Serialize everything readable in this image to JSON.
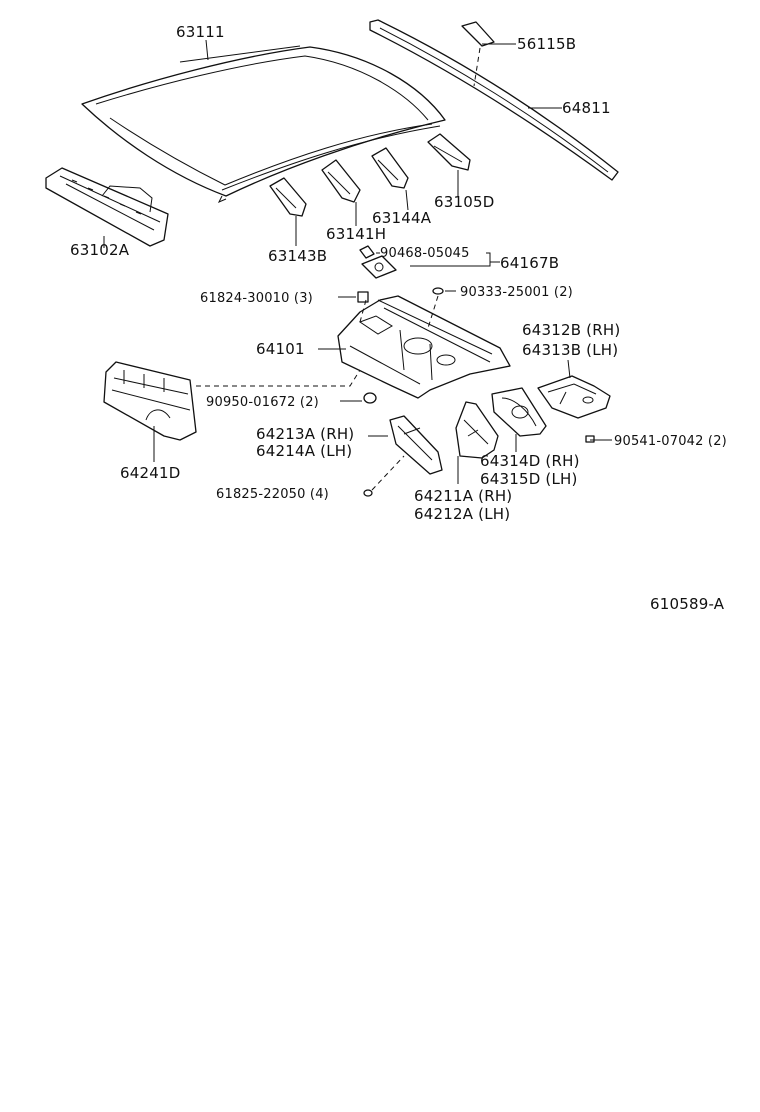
{
  "diagram": {
    "labels": {
      "roof_panel": "63111",
      "rear_window_glass": "64811",
      "retainer": "56115B",
      "front_header": "63102A",
      "roof_bow_a": "63144A",
      "rear_header": "63105D",
      "roof_bow_h": "63141H",
      "roof_bow_b": "63143B",
      "clip_90468": "90468-05045",
      "bracket_64167b": "64167B",
      "nut_61824": "61824-30010 (3)",
      "plug_90333": "90333-25001 (2)",
      "package_tray": "64101",
      "bracket_rh_64312b": "64312B (RH)",
      "bracket_lh_64313b": "64313B (LH)",
      "grommet_90950": "90950-01672 (2)",
      "bolt_90541": "90541-07042 (2)",
      "panel_rh_64213a": "64213A (RH)",
      "panel_lh_64214a": "64214A (LH)",
      "brace_rh_64314d": "64314D (RH)",
      "brace_lh_64315d": "64315D (LH)",
      "lower_panel": "64241D",
      "nut_61825": "61825-22050 (4)",
      "panel_rh_64211a": "64211A (RH)",
      "panel_lh_64212a": "64212A (LH)",
      "figure_id": "610589-A"
    }
  }
}
